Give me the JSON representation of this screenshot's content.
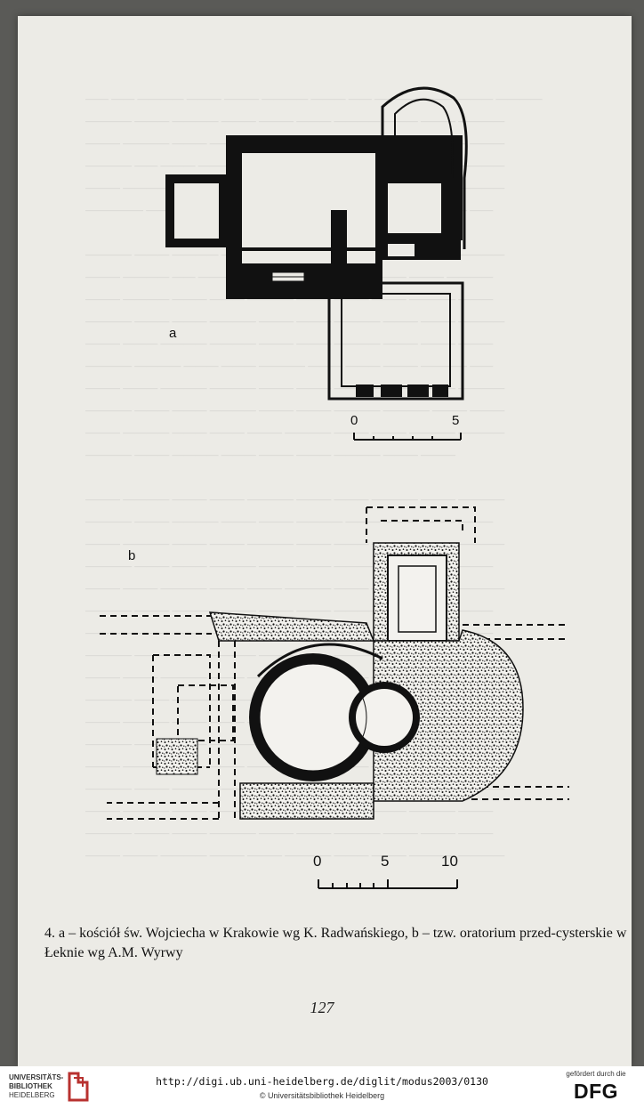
{
  "figure_a": {
    "label": "a",
    "scale": {
      "start": "0",
      "end": "5"
    }
  },
  "figure_b": {
    "label": "b",
    "scale": {
      "start": "0",
      "mid": "5",
      "end": "10"
    }
  },
  "caption": "4. a – kościół św. Wojciecha w Krakowie wg K. Radwańskiego, b – tzw. oratorium przed-cysterskie w Łeknie wg A.M. Wyrwy",
  "page_number": "127",
  "footer": {
    "library_logo_lines": [
      "UNIVERSITÄTS-",
      "BIBLIOTHEK",
      "HEIDELBERG"
    ],
    "url": "http://digi.ub.uni-heidelberg.de/diglit/modus2003/0130",
    "copyright": "© Universitätsbibliothek Heidelberg",
    "funded_text": "gefördert durch die",
    "dfg_logo": "DFG"
  },
  "colors": {
    "paper": "#ecebe6",
    "background": "#5a5a57",
    "ink": "#111111",
    "logo_red": "#b8312f"
  }
}
